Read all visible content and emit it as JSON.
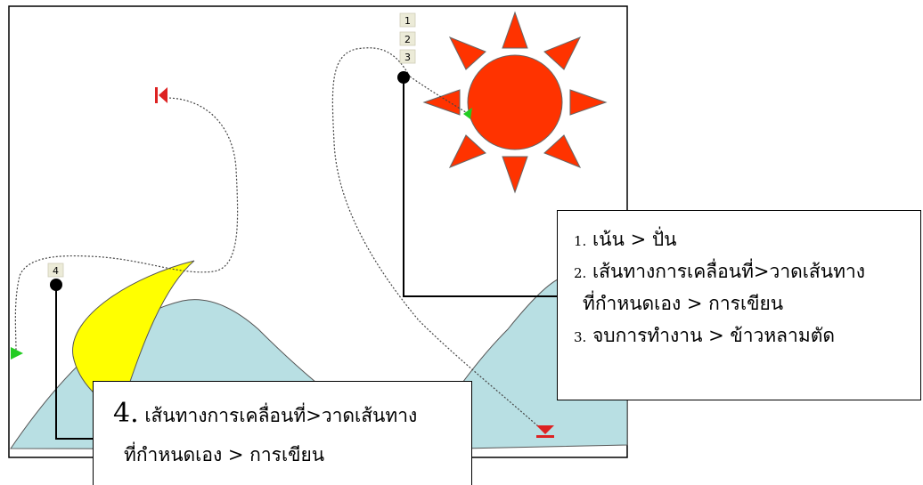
{
  "order_tags": [
    "1",
    "2",
    "3",
    "4"
  ],
  "callout_right": {
    "line1_num": "1.",
    "line1_text": "เน้น > ปั่น",
    "line2_num": "2.",
    "line2_text": "เส้นทางการเคลื่อนที่>วาดเส้นทาง",
    "line3_text": "ที่กำหนดเอง > การเขียน",
    "line4_num": "3.",
    "line4_text": "จบการทำงาน > ข้าวหลามตัด"
  },
  "callout_bottom": {
    "line1_num": "4.",
    "line1_text": "เส้นทางการเคลื่อนที่>วาดเส้นทาง",
    "line2_text": "ที่กำหนดเอง > การเขียน"
  },
  "colors": {
    "sun": "#ff3300",
    "moon": "#ffff00",
    "hills": "#b8dfe3",
    "path_start": "#22cc22",
    "path_end": "#dd2222"
  }
}
